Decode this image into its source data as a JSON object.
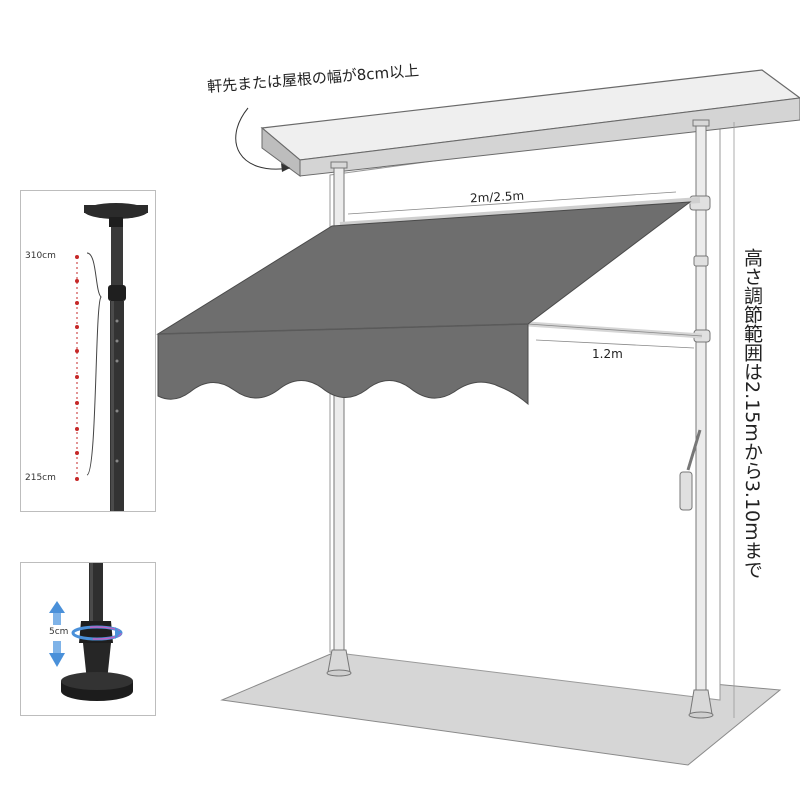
{
  "annotations": {
    "eave_requirement": "軒先または屋根の幅が8cm以上",
    "awning_width": "2m/2.5m",
    "awning_projection": "1.2m",
    "height_range": "高さ調節範囲は2.15mから3.10mまで"
  },
  "inset_pole": {
    "max_height_label": "310cm",
    "min_height_label": "215cm"
  },
  "inset_foot": {
    "adjust_label": "5cm"
  },
  "colors": {
    "awning_fabric": "#6e6e6e",
    "pole": "#e6e6e6",
    "pole_dark": "#2b2b2b",
    "dot_red": "#c62828",
    "arrow_blue": "#4a90d9",
    "ring_pink": "#c060c0"
  }
}
